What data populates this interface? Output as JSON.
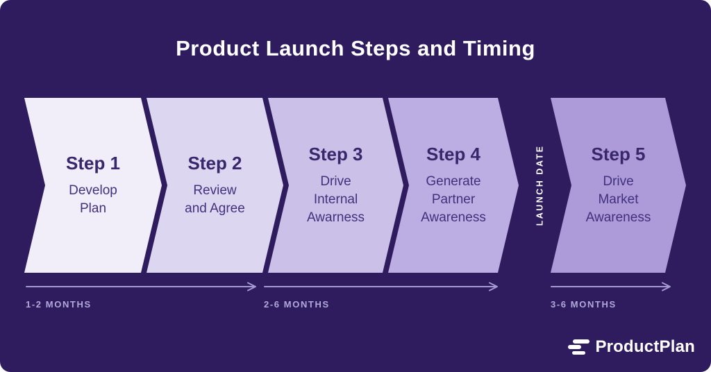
{
  "title": "Product Launch Steps and Timing",
  "steps": [
    {
      "title": "Step 1",
      "lines": [
        "Develop",
        "Plan"
      ],
      "color": "#f1eef9"
    },
    {
      "title": "Step 2",
      "lines": [
        "Review",
        "and Agree"
      ],
      "color": "#ddd6f0"
    },
    {
      "title": "Step 3",
      "lines": [
        "Drive",
        "Internal",
        "Awarness"
      ],
      "color": "#cbc0e8"
    },
    {
      "title": "Step 4",
      "lines": [
        "Generate",
        "Partner",
        "Awareness"
      ],
      "color": "#bcaee2"
    },
    {
      "title": "Step 5",
      "lines": [
        "Drive",
        "Market",
        "Awareness"
      ],
      "color": "#ac9ad9"
    }
  ],
  "launch_date_label": "LAUNCH DATE",
  "timeline": [
    {
      "label": "1-2 MONTHS"
    },
    {
      "label": "2-6 MONTHS"
    },
    {
      "label": "3-6 MONTHS"
    }
  ],
  "logo": {
    "text": "ProductPlan",
    "icon": "productplan-bars-icon"
  },
  "colors": {
    "background": "#2f1c5f",
    "title_text": "#ffffff",
    "step_title_text": "#38276b",
    "step_body_text": "#41307c",
    "timeline_arrow": "#a79bd3",
    "timeline_label": "#b2a9da"
  }
}
